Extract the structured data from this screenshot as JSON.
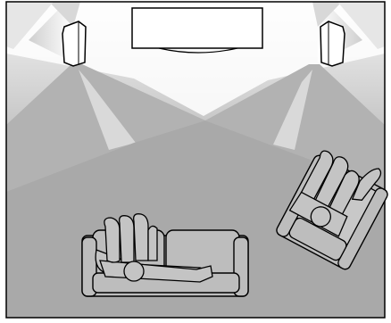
{
  "diagram": {
    "elements": [
      "room-wall",
      "tv-screen",
      "left-speaker",
      "right-speaker",
      "sofa",
      "armchair",
      "person-lying-on-sofa",
      "person-seated-in-armchair"
    ],
    "colors": {
      "floor": "#aaaaaa",
      "wall_light": "#ffffff",
      "beam_light": "#d6d6d6",
      "beam_mid": "#b8b8b8",
      "outline": "#000000",
      "furniture_fill": "#bdbdbd"
    }
  }
}
